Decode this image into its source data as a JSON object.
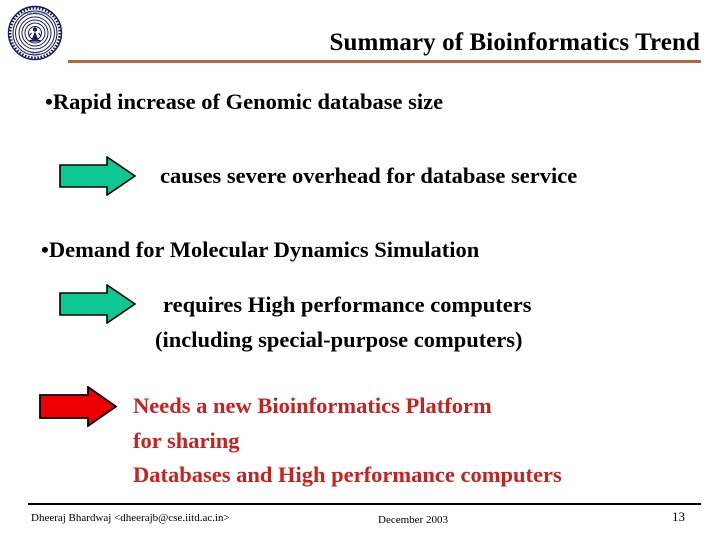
{
  "slide": {
    "title": "Summary of Bioinformatics Trend",
    "logo_name": "iit-delhi-seal-logo",
    "title_rule_color": "#b4643c",
    "background_color": "#ffffff"
  },
  "content": {
    "bullets": [
      {
        "text": "•Rapid increase of Genomic database size",
        "arrow": {
          "name": "green-right-arrow",
          "color": "#0ec894",
          "outline": "#000000"
        },
        "result_lines": [
          "causes severe overhead for database service"
        ]
      },
      {
        "text": "•Demand for Molecular Dynamics Simulation",
        "arrow": {
          "name": "green-right-arrow",
          "color": "#0ec894",
          "outline": "#000000"
        },
        "result_lines": [
          "requires High performance computers",
          "(including special-purpose computers)"
        ]
      }
    ],
    "conclusion": {
      "arrow": {
        "name": "red-right-arrow",
        "color": "#ee0000",
        "outline": "#000000"
      },
      "color": "#c8211e",
      "lines": [
        "Needs a new Bioinformatics Platform",
        "for sharing",
        "Databases and High performance computers"
      ]
    }
  },
  "footer": {
    "author": "Dheeraj Bhardwaj <dheerajb@cse.iitd.ac.in>",
    "date": "December  2003",
    "page_number": "13",
    "rule_color": "#000000"
  }
}
